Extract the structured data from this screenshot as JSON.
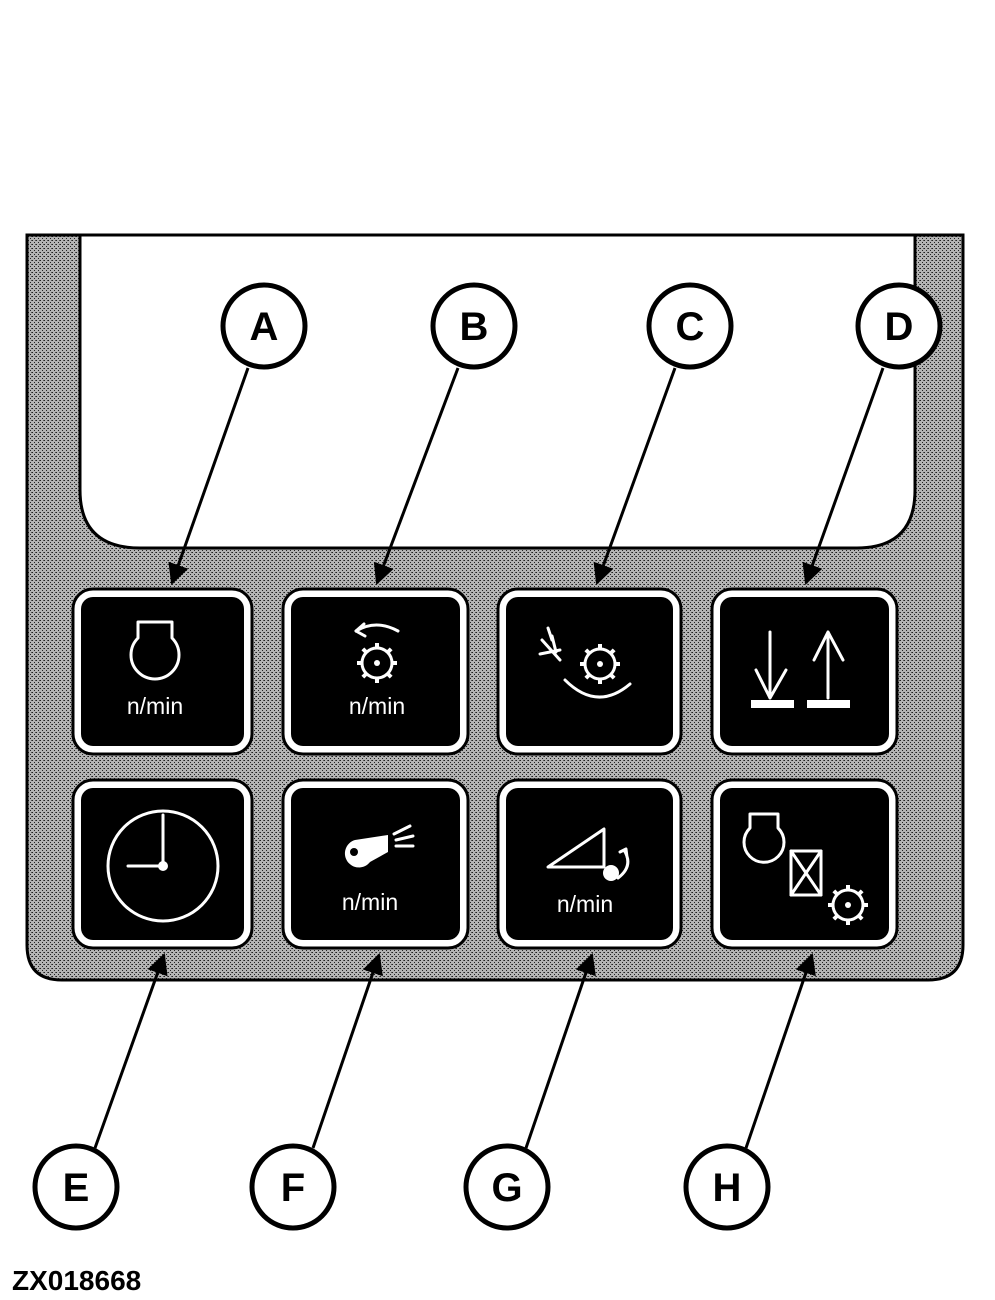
{
  "figure_id": "ZX018668",
  "callouts": [
    "A",
    "B",
    "C",
    "D",
    "E",
    "F",
    "G",
    "H"
  ],
  "buttons": [
    {
      "callout": "A",
      "icon": "engine-speed-icon",
      "label": "n/min"
    },
    {
      "callout": "B",
      "icon": "rotor-speed-icon",
      "label": "n/min"
    },
    {
      "callout": "C",
      "icon": "chopper-rotor-icon",
      "label": ""
    },
    {
      "callout": "D",
      "icon": "lower-raise-arrows-icon",
      "label": ""
    },
    {
      "callout": "E",
      "icon": "clock-icon",
      "label": ""
    },
    {
      "callout": "F",
      "icon": "fan-speed-icon",
      "label": "n/min"
    },
    {
      "callout": "G",
      "icon": "ground-speed-slope-icon",
      "label": "n/min"
    },
    {
      "callout": "H",
      "icon": "engine-transmission-rotor-icon",
      "label": ""
    }
  ],
  "colors": {
    "panel_fill": "#8c8c8c",
    "button_fill": "#000000",
    "button_ring": "#ffffff",
    "outline": "#000000"
  }
}
